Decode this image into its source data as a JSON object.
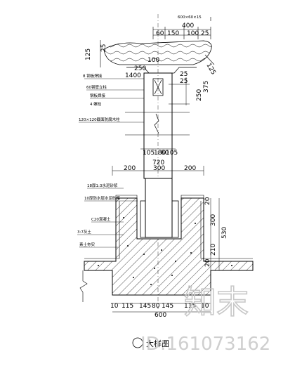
{
  "drawing": {
    "top_dims": [
      "600×60×15",
      "400",
      "60",
      "150",
      "100",
      "25",
      "125",
      "25",
      "125"
    ],
    "rows": [
      {
        "label": "250",
        "kind": "dim"
      },
      {
        "label": "1400",
        "kind": "dim"
      },
      {
        "label": "100",
        "kind": "dim"
      },
      {
        "label": "25",
        "kind": "dim"
      },
      {
        "label": "25",
        "kind": "dim"
      },
      {
        "label": "250",
        "kind": "dim"
      },
      {
        "label": "375",
        "kind": "dim"
      }
    ],
    "mid_dims": [
      "105",
      "180",
      "60",
      "105",
      "720"
    ],
    "base_dims_top": [
      "200",
      "300",
      "200"
    ],
    "base_dims_right": [
      "20",
      "300",
      "530",
      "210",
      "20"
    ],
    "base_dims_bottom": [
      "10",
      "115",
      "145",
      "80",
      "145",
      "115",
      "10",
      "600"
    ],
    "notes_left": [
      "18厚1:3水泥砂浆",
      "10厚防水层水泥砂浆",
      "C20混凝土",
      "3:7灰土",
      "素土夯实"
    ],
    "notes_upper": [
      "8 钢板焊接",
      "60钢管立柱",
      "120×120截面防腐木柱",
      "钢板焊接",
      "4 螺栓"
    ],
    "caption": "大样图",
    "watermark_id": "ID:161073162",
    "watermark_logo": "知末"
  }
}
